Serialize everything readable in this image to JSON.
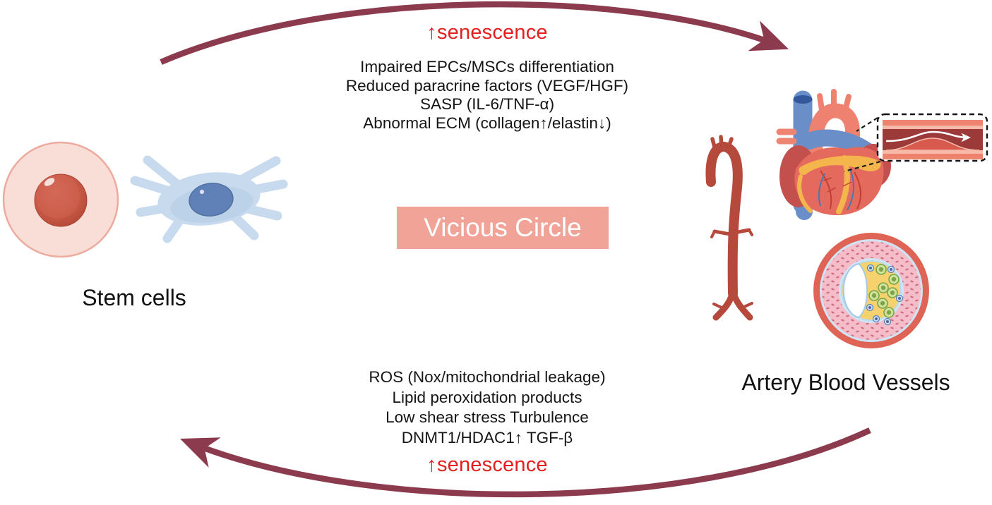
{
  "center_box": {
    "label": "Vicious Circle",
    "bg_color": "#f0a396",
    "text_color": "#ffffff"
  },
  "top_pathway": {
    "senescence_label": "↑senescence",
    "lines": [
      "Impaired EPCs/MSCs differentiation",
      "Reduced paracrine factors (VEGF/HGF)",
      "SASP (IL-6/TNF-α)",
      "Abnormal ECM (collagen↑/elastin↓)"
    ]
  },
  "bottom_pathway": {
    "senescence_label": "↑senescence",
    "lines": [
      "ROS (Nox/mitochondrial leakage)",
      "Lipid peroxidation products",
      "Low shear stress Turbulence",
      "DNMT1/HDAC1↑ TGF-β"
    ]
  },
  "nodes": {
    "left_label": "Stem cells",
    "right_label": "Artery Blood Vessels"
  },
  "icons": {
    "left": [
      "stem-cell-icon",
      "mesenchymal-stem-cell-icon"
    ],
    "right": [
      "aorta-icon",
      "heart-icon",
      "stenosed-vessel-callout-icon",
      "atherosclerotic-vessel-cross-section-icon"
    ]
  },
  "colors": {
    "arc_arrow": "#8c3a4d",
    "senescence_text": "#e32020",
    "body_text": "#151515",
    "stem_cell_fill": "#f9ded8",
    "msc_fill": "#c7daee",
    "aorta_fill": "#b54a3c",
    "heart_red": "#e56a5e",
    "plaque_yellow": "#f5d26d"
  }
}
